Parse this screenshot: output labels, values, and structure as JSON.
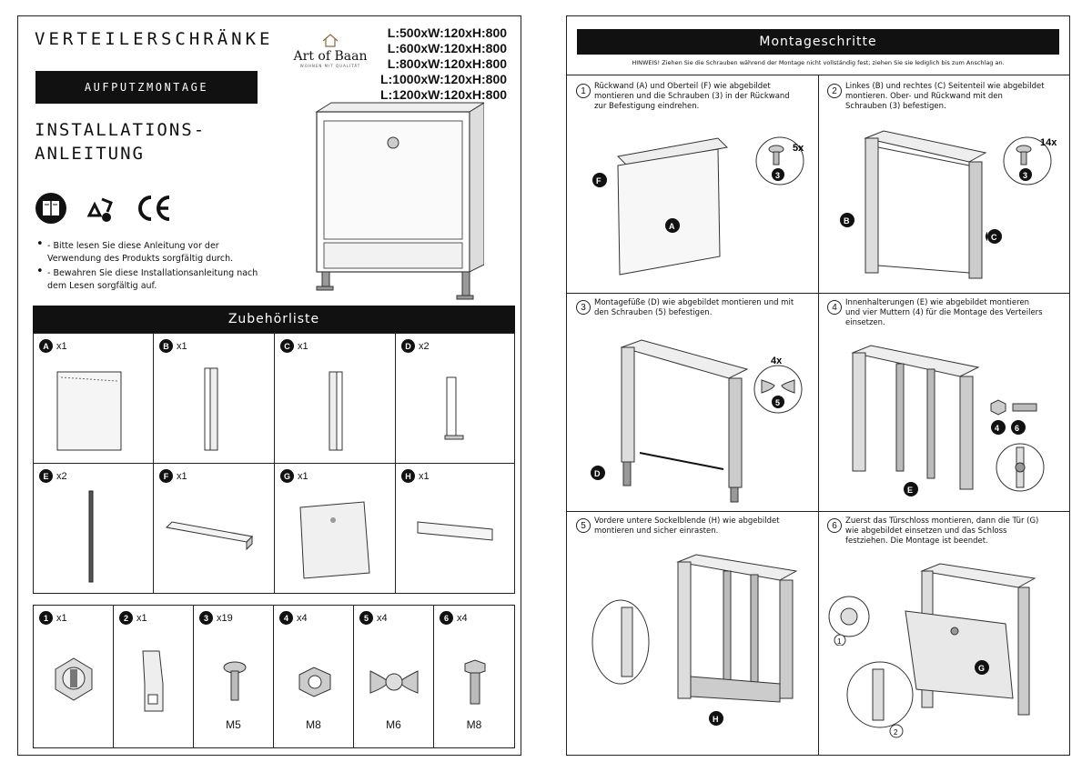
{
  "left": {
    "title": "VERTEILERSCHRÄNKE",
    "mount_type": "AUFPUTZMONTAGE",
    "instruction_title": "INSTALLATIONS-\nANLEITUNG",
    "logo": {
      "name": "Art of Baan",
      "tagline": "WOHNEN MIT QUALITÄT"
    },
    "sizes": [
      "L:500xW:120xH:800",
      "L:600xW:120xH:800",
      "L:800xW:120xH:800",
      "L:1000xW:120xH:800",
      "L:1200xW:120xH:800"
    ],
    "icons": [
      "read-manual-icon",
      "recycle-icon",
      "ce-mark-icon"
    ],
    "notes": [
      "- Bitte lesen Sie diese Anleitung vor der Verwendung des Produkts sorgfältig durch.",
      "- Bewahren Sie diese Installationsanleitung nach dem Lesen sorgfältig auf."
    ],
    "parts_header": "Zubehörliste",
    "parts": [
      {
        "id": "A",
        "qty": "x1"
      },
      {
        "id": "B",
        "qty": "x1"
      },
      {
        "id": "C",
        "qty": "x1"
      },
      {
        "id": "D",
        "qty": "x2"
      },
      {
        "id": "E",
        "qty": "x2"
      },
      {
        "id": "F",
        "qty": "x1"
      },
      {
        "id": "G",
        "qty": "x1"
      },
      {
        "id": "H",
        "qty": "x1"
      }
    ],
    "hardware": [
      {
        "id": "1",
        "qty": "x1",
        "unit": ""
      },
      {
        "id": "2",
        "qty": "x1",
        "unit": ""
      },
      {
        "id": "3",
        "qty": "x19",
        "unit": "M5"
      },
      {
        "id": "4",
        "qty": "x4",
        "unit": "M8"
      },
      {
        "id": "5",
        "qty": "x4",
        "unit": "M6"
      },
      {
        "id": "6",
        "qty": "x4",
        "unit": "M8"
      }
    ]
  },
  "right": {
    "header": "Montageschritte",
    "hint": "HINWEIS! Ziehen Sie die Schrauben während der Montage nicht vollständig fest; ziehen Sie sie lediglich bis zum Anschlag an.",
    "steps": [
      {
        "num": "1",
        "text": "Rückwand (A) und Oberteil (F) wie abgebildet montieren und die Schrauben (3) in der Rückwand zur Befestigung eindrehen.",
        "count": "5x",
        "part": "3",
        "labels": [
          "F",
          "A"
        ]
      },
      {
        "num": "2",
        "text": "Linkes (B) und rechtes (C) Seitenteil wie abgebildet montieren. Ober- und Rückwand mit den Schrauben (3) befestigen.",
        "count": "14x",
        "part": "3",
        "labels": [
          "B",
          "C"
        ]
      },
      {
        "num": "3",
        "text": "Montagefüße (D) wie abgebildet montieren und mit den Schrauben (5) befestigen.",
        "count": "4x",
        "part": "5",
        "labels": [
          "D"
        ]
      },
      {
        "num": "4",
        "text": "Innenhalterungen (E) wie abgebildet montieren und vier Muttern (4) für die Montage des Verteilers einsetzen.",
        "count": "",
        "part": "4",
        "part2": "6",
        "labels": [
          "E"
        ]
      },
      {
        "num": "5",
        "text": "Vordere untere Sockelblende (H) wie abgebildet montieren und sicher einrasten.",
        "labels": [
          "H"
        ]
      },
      {
        "num": "6",
        "text": "Zuerst das Türschloss montieren, dann die Tür (G) wie abgebildet einsetzen und das Schloss festziehen. Die Montage ist beendet.",
        "labels": [
          "G",
          "1",
          "2"
        ]
      }
    ]
  }
}
